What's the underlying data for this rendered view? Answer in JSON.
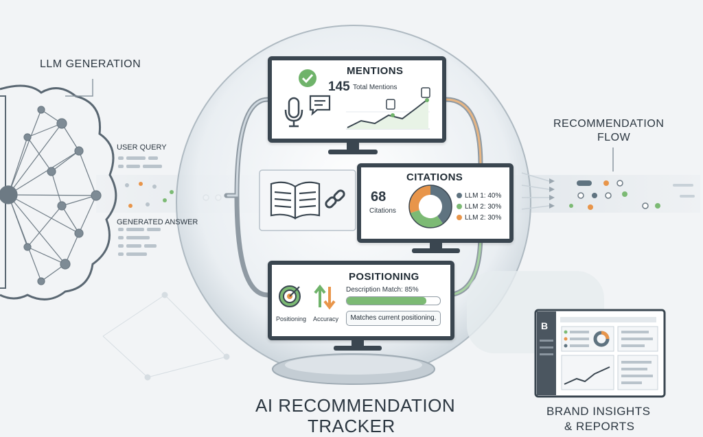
{
  "title_line1": "AI RECOMMENDATION",
  "title_line2": "TRACKER",
  "left": {
    "llm_generation": "LLM GENERATION",
    "user_query": "USER QUERY",
    "generated_answer": "GENERATED ANSWER"
  },
  "right": {
    "flow_line1": "RECOMMENDATION",
    "flow_line2": "FLOW",
    "insights_line1": "BRAND INSIGHTS",
    "insights_line2": "& REPORTS"
  },
  "mentions": {
    "title": "MENTIONS",
    "count": "145",
    "count_label": "Total Mentions"
  },
  "citations": {
    "title": "CITATIONS",
    "count": "68",
    "count_label": "Citations",
    "legend": [
      {
        "label": "LLM 1: 40%",
        "color": "#5f7380"
      },
      {
        "label": "LLM 2: 30%",
        "color": "#7cba74"
      },
      {
        "label": "LLM 2: 30%",
        "color": "#e8954a"
      }
    ]
  },
  "positioning": {
    "title": "POSITIONING",
    "match_label": "Description Match: 85%",
    "match_value": 0.85,
    "icon1_label": "Positioning",
    "icon2_label": "Accuracy",
    "status": "Matches current positioning."
  },
  "chart_data": {
    "type": "pie",
    "categories": [
      "LLM 1",
      "LLM 2",
      "LLM 2"
    ],
    "values": [
      40,
      30,
      30
    ],
    "colors": [
      "#5f7380",
      "#7cba74",
      "#e8954a"
    ]
  },
  "colors": {
    "accent_green": "#6fb36a",
    "accent_orange": "#e8954a",
    "frame": "#3a4650"
  }
}
